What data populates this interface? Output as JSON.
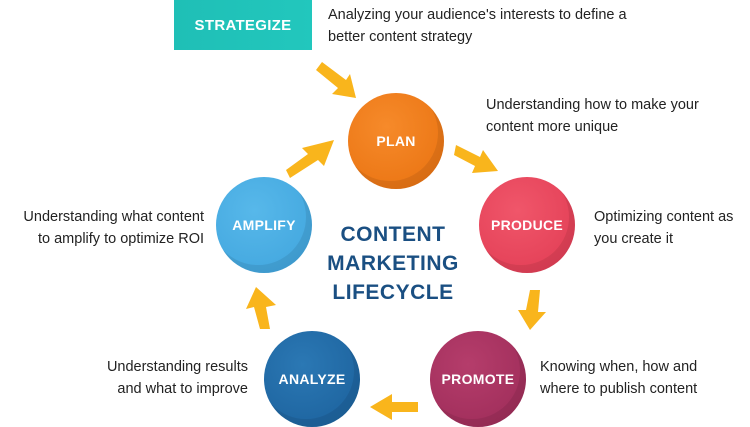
{
  "strategize": {
    "label": "STRATEGIZE",
    "description": [
      "Analyzing your audience's interests to define a",
      "better content strategy"
    ]
  },
  "center_title": [
    "CONTENT",
    "MARKETING",
    "LIFECYCLE"
  ],
  "stages": {
    "plan": {
      "label": "PLAN",
      "description": [
        "Understanding how to make your",
        "content more unique"
      ]
    },
    "produce": {
      "label": "PRODUCE",
      "description": [
        "Optimizing content as",
        "you create it"
      ]
    },
    "promote": {
      "label": "PROMOTE",
      "description": [
        "Knowing when, how and",
        "where to publish content"
      ]
    },
    "analyze": {
      "label": "ANALYZE",
      "description": [
        "Understanding results",
        "and what to improve"
      ]
    },
    "amplify": {
      "label": "AMPLIFY",
      "description": [
        "Understanding what content",
        "to amplify to optimize ROI"
      ]
    }
  },
  "colors": {
    "strategize": "#1fbfb6",
    "plan": "#f07c1e",
    "produce": "#e94560",
    "promote": "#a8325f",
    "analyze": "#2169a6",
    "amplify": "#4aaee3",
    "arrow": "#f9b51c",
    "title": "#1a4f82"
  },
  "icons": {
    "arrow": "chevron-arrow-icon"
  }
}
